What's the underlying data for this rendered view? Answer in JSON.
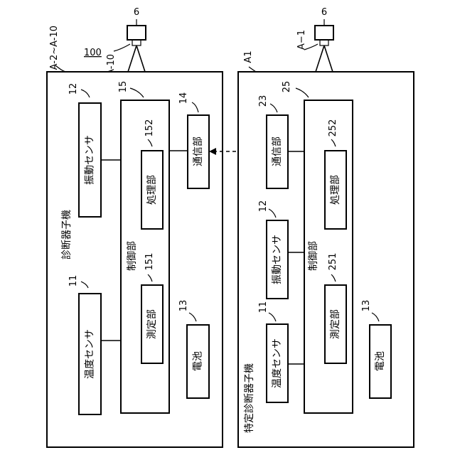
{
  "unit1": {
    "id_top": "A-2~A-10",
    "system_ref": "100",
    "name": "診断器子機",
    "camera_ref": "6",
    "camera_sensor_label": "A-2~A-10",
    "temp_sensor": {
      "ref": "11",
      "label": "温度センサ"
    },
    "vib_sensor": {
      "ref": "12",
      "label": "振動センサ"
    },
    "battery": {
      "ref": "13",
      "label": "電池"
    },
    "comm": {
      "ref": "14",
      "label": "通信部"
    },
    "control": {
      "ref": "15",
      "label": "制御部"
    },
    "measure": {
      "ref": "151",
      "label": "測定部"
    },
    "process": {
      "ref": "152",
      "label": "処理部"
    }
  },
  "unit2": {
    "id_top": "A1",
    "name": "特定診断器子機",
    "camera_ref": "6",
    "camera_sensor_label": "A−1",
    "temp_sensor": {
      "ref": "11",
      "label": "温度センサ"
    },
    "vib_sensor": {
      "ref": "12",
      "label": "振動センサ"
    },
    "battery": {
      "ref": "13",
      "label": "電池"
    },
    "comm": {
      "ref": "23",
      "label": "通信部"
    },
    "control": {
      "ref": "25",
      "label": "制御部"
    },
    "measure": {
      "ref": "251",
      "label": "測定部"
    },
    "process": {
      "ref": "252",
      "label": "処理部"
    }
  }
}
